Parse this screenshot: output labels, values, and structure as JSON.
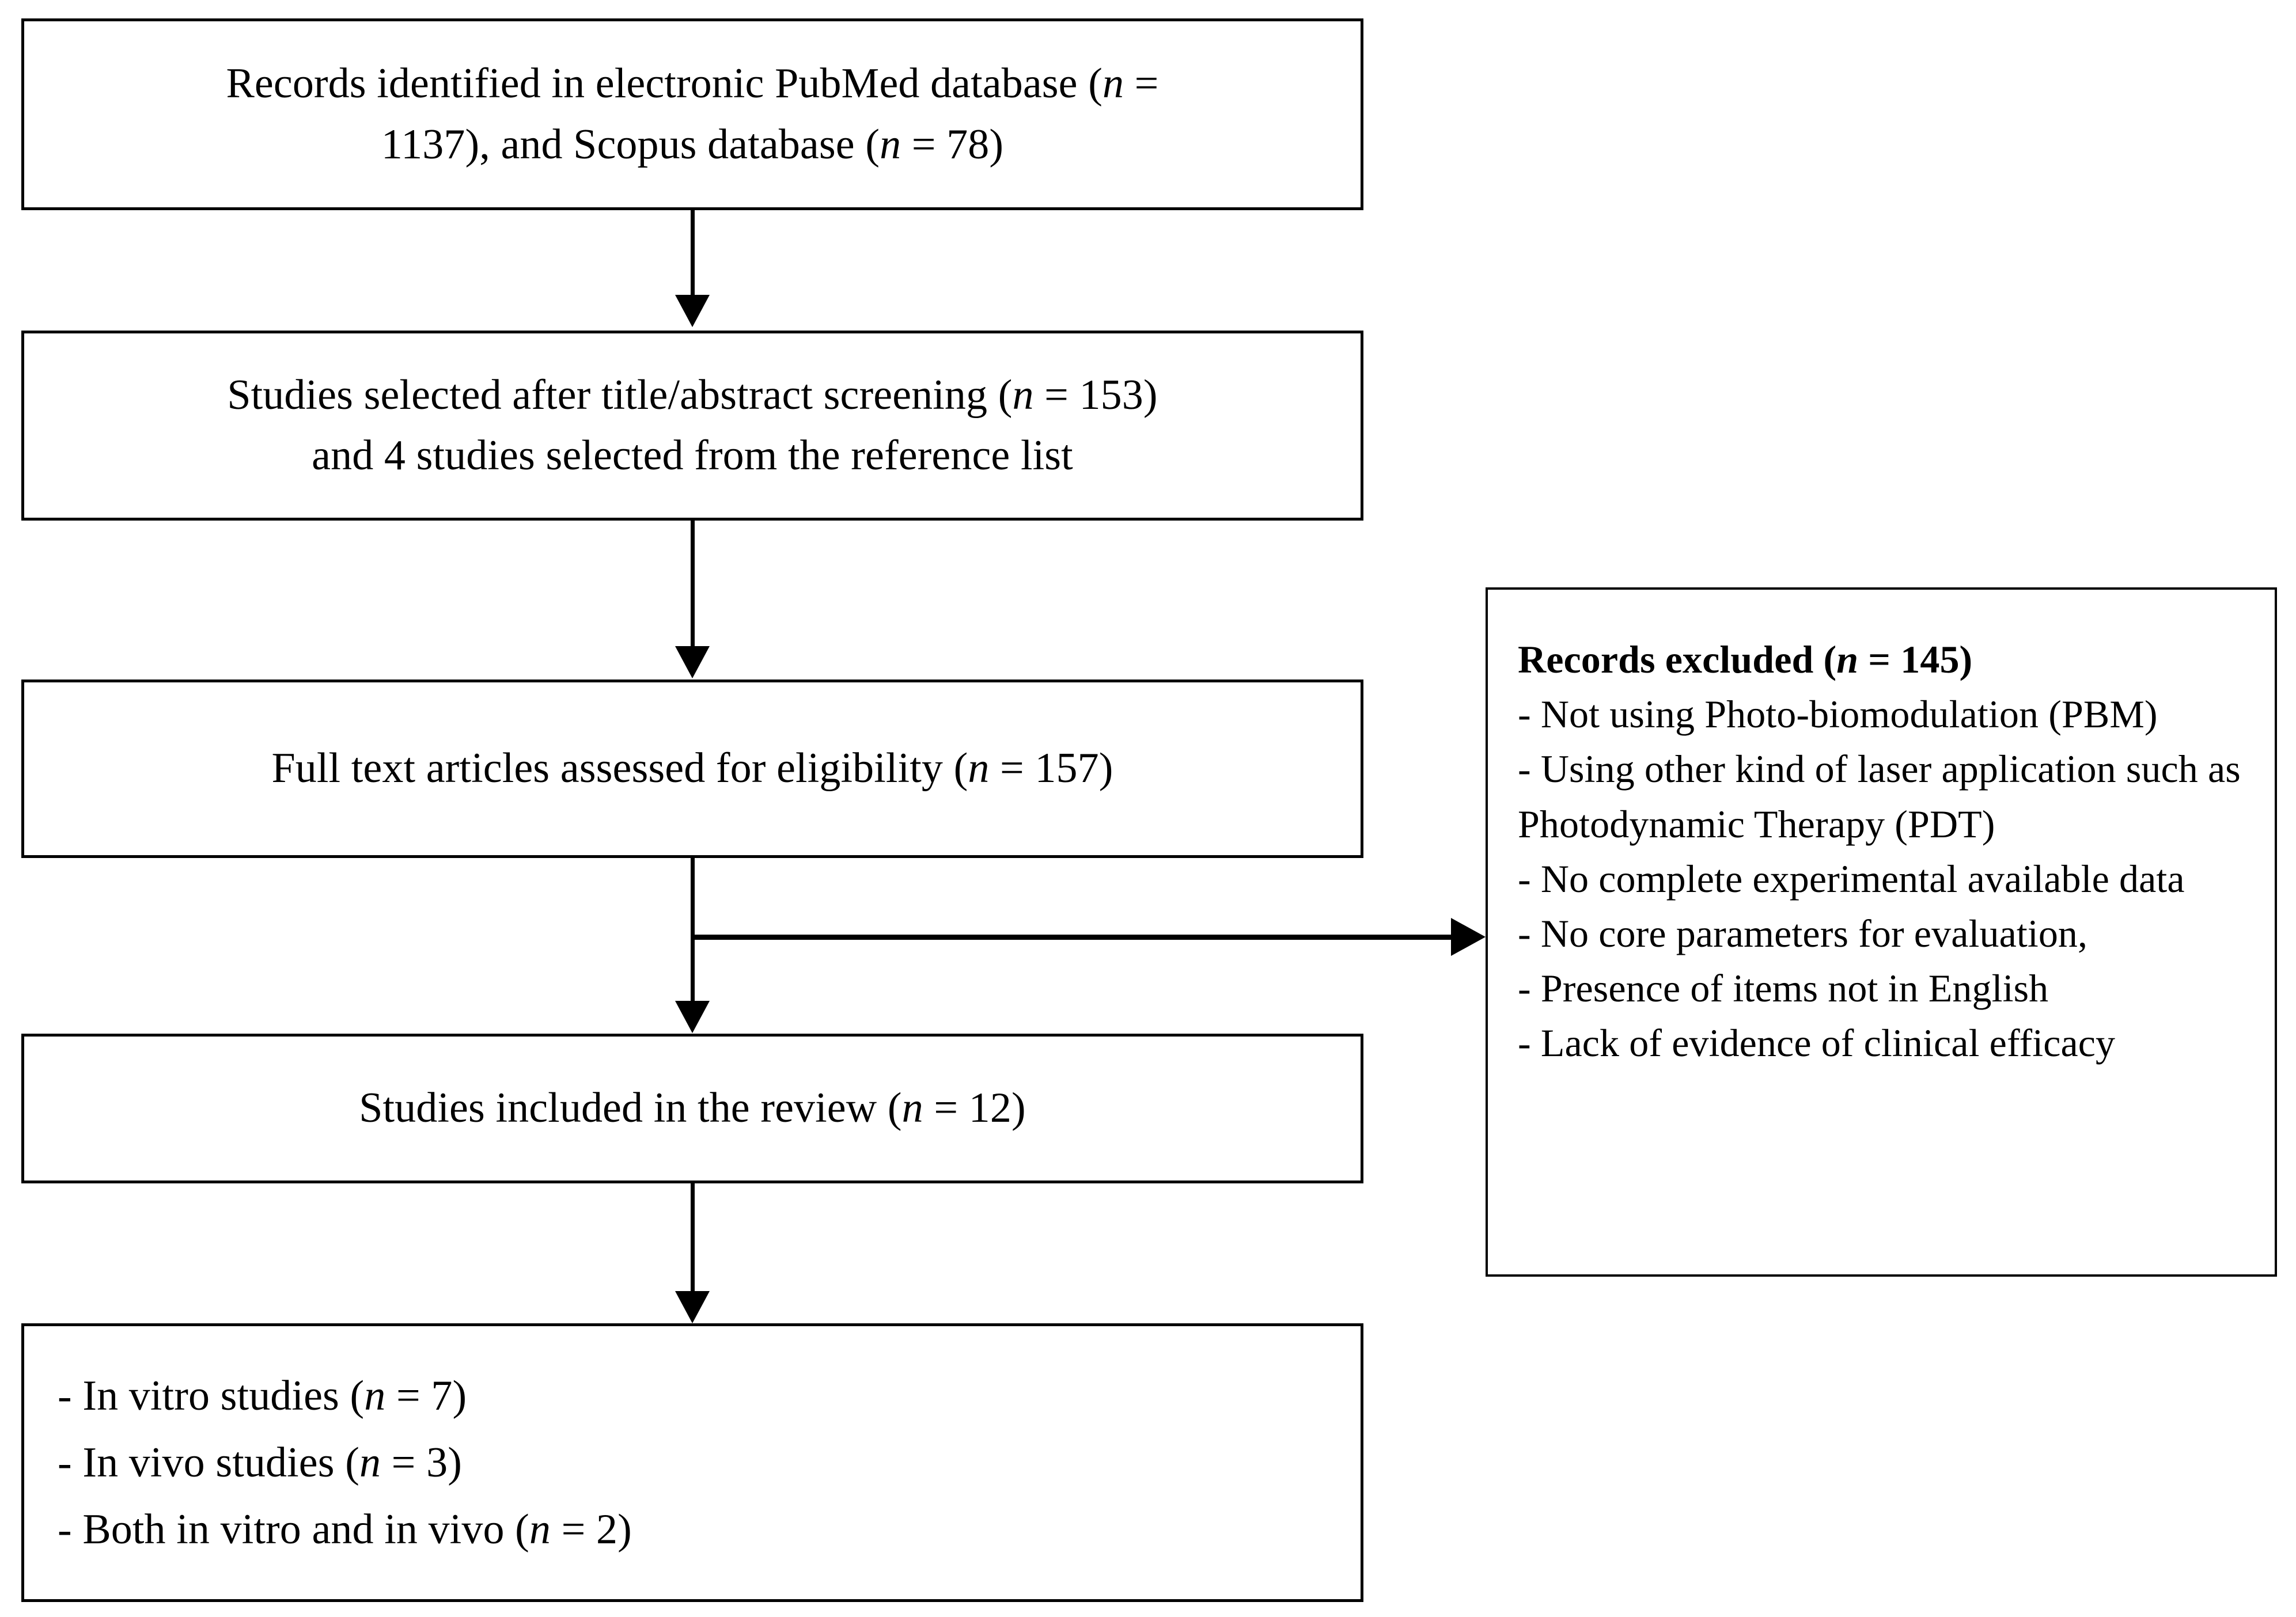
{
  "diagram": {
    "title": "PRISMA study selection flow diagram",
    "colors": {
      "stroke": "#000000",
      "background": "#ffffff",
      "text": "#000000"
    },
    "nodes": {
      "identified": {
        "name": "records-identified",
        "line1": "Records identified in electronic PubMed database (n =",
        "line2": "1137), and Scopus database (n = 78)",
        "pubmed_count": 1137,
        "scopus_count": 78
      },
      "screened": {
        "name": "studies-screened",
        "line1": "Studies selected after title/abstract screening (n = 153)",
        "line2": "and 4 studies selected from the reference list",
        "screened_count": 153,
        "reference_list_count": 4
      },
      "fulltext": {
        "name": "full-text-assessed",
        "line1": "Full text articles assessed for eligibility (n = 157)",
        "assessed_count": 157
      },
      "included": {
        "name": "studies-included",
        "line1": "Studies included in the review (n = 12)",
        "included_count": 12
      },
      "breakdown": {
        "name": "study-type-breakdown",
        "items": [
          "- In vitro studies (n = 7)",
          "- In vivo studies (n = 3)",
          "- Both in vitro and in vivo (n = 2)"
        ],
        "in_vitro_count": 7,
        "in_vivo_count": 3,
        "both_count": 2
      },
      "excluded": {
        "name": "records-excluded",
        "heading": "Records excluded (n = 145)",
        "excluded_count": 145,
        "reasons": [
          "- Not using Photo-biomodulation (PBM)",
          "- Using other kind of laser application such as Photodynamic Therapy (PDT)",
          "- No complete experimental available data",
          "- No core parameters for evaluation,",
          "- Presence of items not in English",
          "- Lack of evidence of clinical efficacy"
        ]
      }
    }
  }
}
